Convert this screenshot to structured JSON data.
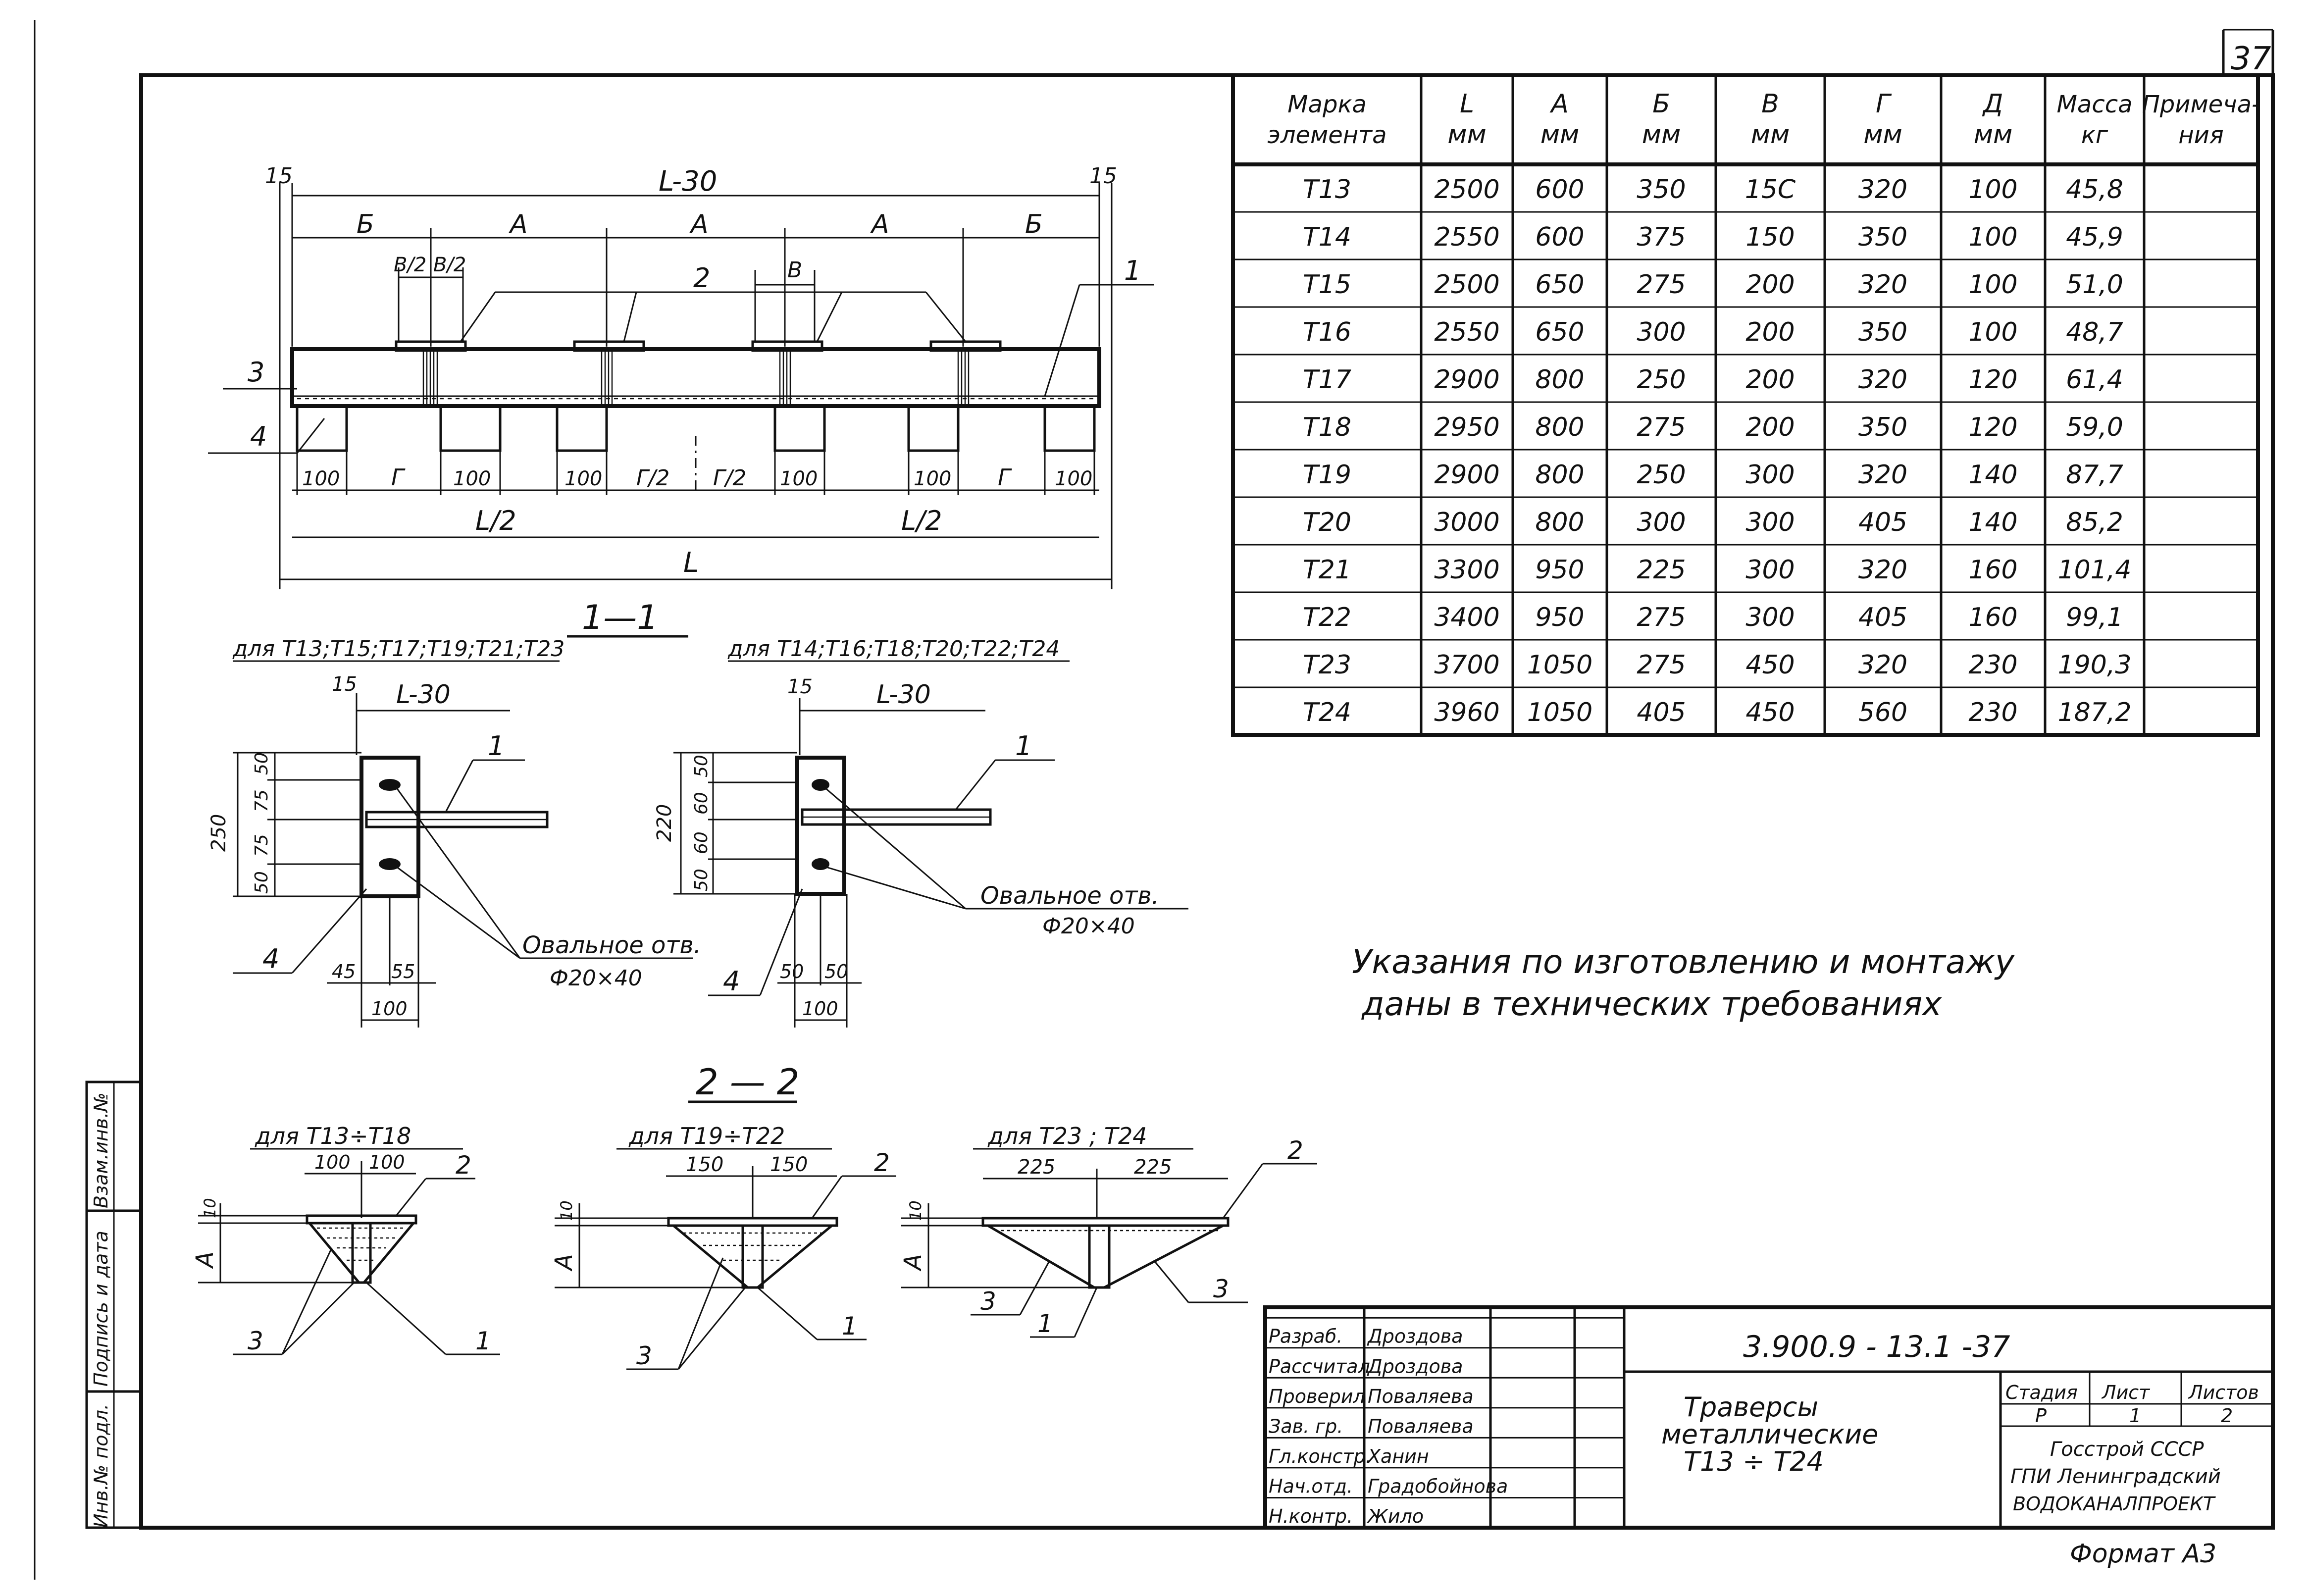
{
  "sheet_number": "37",
  "format": "Формат А3",
  "views": {
    "front": {
      "dim_top": "L-30",
      "dim_15_left": "15",
      "dim_15_right": "15",
      "dim_b_left": "Б",
      "dim_a1": "А",
      "dim_a2": "А",
      "dim_a3": "А",
      "dim_b_right": "Б",
      "dim_v2a": "В/2",
      "dim_v2b": "В/2",
      "dim_v": "В",
      "dim_100_1": "100",
      "dim_g1": "Г",
      "dim_100_2": "100",
      "dim_100_3": "100",
      "dim_g2a": "Г/2",
      "dim_g2b": "Г/2",
      "dim_100_4": "100",
      "dim_100_5": "100",
      "dim_g3": "Г",
      "dim_100_6": "100",
      "dim_l2_left": "L/2",
      "dim_l2_right": "L/2",
      "dim_l": "L",
      "pos1": "1",
      "pos2": "2",
      "pos3": "3",
      "pos4": "4"
    },
    "section11": {
      "title": "1—1",
      "left": {
        "title": "для Т13;Т15;Т17;Т19;Т21;Т23",
        "d15": "15",
        "dl": "L-30",
        "d250": "250",
        "d50a": "50",
        "d75a": "75",
        "d75b": "75",
        "d50b": "50",
        "d45": "45",
        "d55": "55",
        "d100": "100",
        "pos1": "1",
        "pos4": "4",
        "hole": "Овальное отв.",
        "hole_size": "Ф20×40"
      },
      "right": {
        "title": "для Т14;Т16;Т18;Т20;Т22;Т24",
        "d15": "15",
        "dl": "L-30",
        "d220": "220",
        "d50a": "50",
        "d60a": "60",
        "d60b": "60",
        "d50b": "50",
        "d50c": "50",
        "d50d": "50",
        "d100": "100",
        "pos1": "1",
        "pos4": "4",
        "hole": "Овальное отв.",
        "hole_size": "Ф20×40"
      }
    },
    "section22": {
      "title": "2 — 2",
      "a": {
        "title": "для Т13÷Т18",
        "w1": "100",
        "w2": "100",
        "h": "10",
        "d": "А",
        "p1": "1",
        "p2": "2",
        "p3": "3"
      },
      "b": {
        "title": "для Т19÷Т22",
        "w1": "150",
        "w2": "150",
        "h": "10",
        "d": "А",
        "p1": "1",
        "p2": "2",
        "p3": "3"
      },
      "c": {
        "title": "для Т23 ; Т24",
        "w1": "225",
        "w2": "225",
        "h": "10",
        "d": "А",
        "p1": "1",
        "p2": "2",
        "p3a": "3",
        "p3b": "3"
      }
    }
  },
  "note": {
    "line1": "Указания  по  изготовлению  и  монтажу",
    "line2": "даны  в  технических  требованиях"
  },
  "table": {
    "headers": [
      [
        "Марка",
        "элемента"
      ],
      [
        "L",
        "мм"
      ],
      [
        "А",
        "мм"
      ],
      [
        "Б",
        "мм"
      ],
      [
        "В",
        "мм"
      ],
      [
        "Г",
        "мм"
      ],
      [
        "Д",
        "мм"
      ],
      [
        "Масса",
        "кг"
      ],
      [
        "Примеча-",
        "ния"
      ]
    ],
    "rows": [
      [
        "Т13",
        "2500",
        "600",
        "350",
        "15С",
        "320",
        "100",
        "45,8",
        ""
      ],
      [
        "Т14",
        "2550",
        "600",
        "375",
        "150",
        "350",
        "100",
        "45,9",
        ""
      ],
      [
        "Т15",
        "2500",
        "650",
        "275",
        "200",
        "320",
        "100",
        "51,0",
        ""
      ],
      [
        "Т16",
        "2550",
        "650",
        "300",
        "200",
        "350",
        "100",
        "48,7",
        ""
      ],
      [
        "Т17",
        "2900",
        "800",
        "250",
        "200",
        "320",
        "120",
        "61,4",
        ""
      ],
      [
        "Т18",
        "2950",
        "800",
        "275",
        "200",
        "350",
        "120",
        "59,0",
        ""
      ],
      [
        "Т19",
        "2900",
        "800",
        "250",
        "300",
        "320",
        "140",
        "87,7",
        ""
      ],
      [
        "Т20",
        "3000",
        "800",
        "300",
        "300",
        "405",
        "140",
        "85,2",
        ""
      ],
      [
        "Т21",
        "3300",
        "950",
        "225",
        "300",
        "320",
        "160",
        "101,4",
        ""
      ],
      [
        "Т22",
        "3400",
        "950",
        "275",
        "300",
        "405",
        "160",
        "99,1",
        ""
      ],
      [
        "Т23",
        "3700",
        "1050",
        "275",
        "450",
        "320",
        "230",
        "190,3",
        ""
      ],
      [
        "Т24",
        "3960",
        "1050",
        "405",
        "450",
        "560",
        "230",
        "187,2",
        ""
      ]
    ]
  },
  "title_block": {
    "doc_code": "3.900.9 - 13.1 -37",
    "title1": "Траверсы",
    "title2": "металлические",
    "title3": "Т13 ÷ Т24",
    "stage_label": "Стадия",
    "sheet_label": "Лист",
    "sheets_label": "Листов",
    "stage": "Р",
    "sheet": "1",
    "sheets": "2",
    "org1": "Госстрой СССР",
    "org2": "ГПИ Ленинградский",
    "org3": "ВОДОКАНАЛПРОЕКТ",
    "roles": [
      {
        "role": "Разраб.",
        "name": "Дроздова"
      },
      {
        "role": "Рассчитал",
        "name": "Дроздова"
      },
      {
        "role": "Проверил",
        "name": "Поваляева"
      },
      {
        "role": "Зав. гр.",
        "name": "Поваляева"
      },
      {
        "role": "Гл.констр.",
        "name": "Ханин"
      },
      {
        "role": "Нач.отд.",
        "name": "Градобойнова"
      },
      {
        "role": "Н.контр.",
        "name": "Жило"
      }
    ]
  },
  "side_stamp": {
    "f1": "Инв.№ подл.",
    "f2": "Подпись и дата",
    "f3": "Взам.инв.№"
  }
}
